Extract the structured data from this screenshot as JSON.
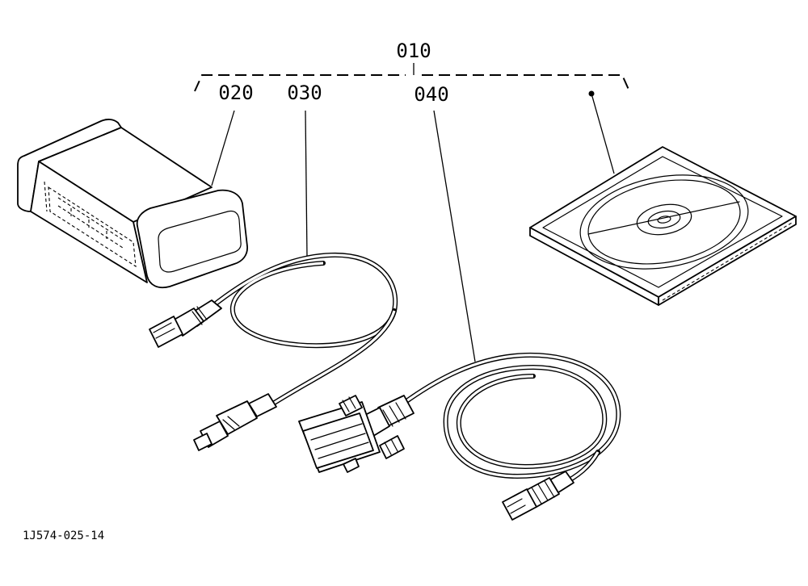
{
  "callouts": {
    "set": "010",
    "interface_box": "020",
    "usb_cable": "030",
    "serial_cable": "040"
  },
  "drawing_number": "1J574-025-14",
  "colors": {
    "line": "#000000",
    "background": "#ffffff"
  }
}
